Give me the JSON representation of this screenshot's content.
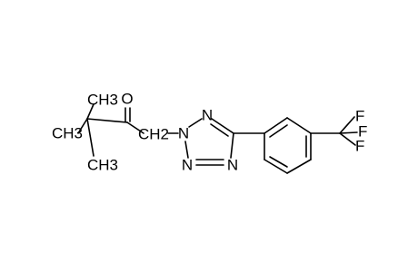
{
  "molecule": {
    "labels": {
      "methyl_top": "CH3",
      "oxygen": "O",
      "methyl_left": "CH3",
      "methyl_bottom": "CH3",
      "ch2": "CH2",
      "n1": "N",
      "n2": "N",
      "n3": "N",
      "n4": "N",
      "f1": "F",
      "f2": "F",
      "f3": "F"
    }
  },
  "colors": {
    "bond": "#000000",
    "text": "#000000",
    "background": "#ffffff"
  }
}
